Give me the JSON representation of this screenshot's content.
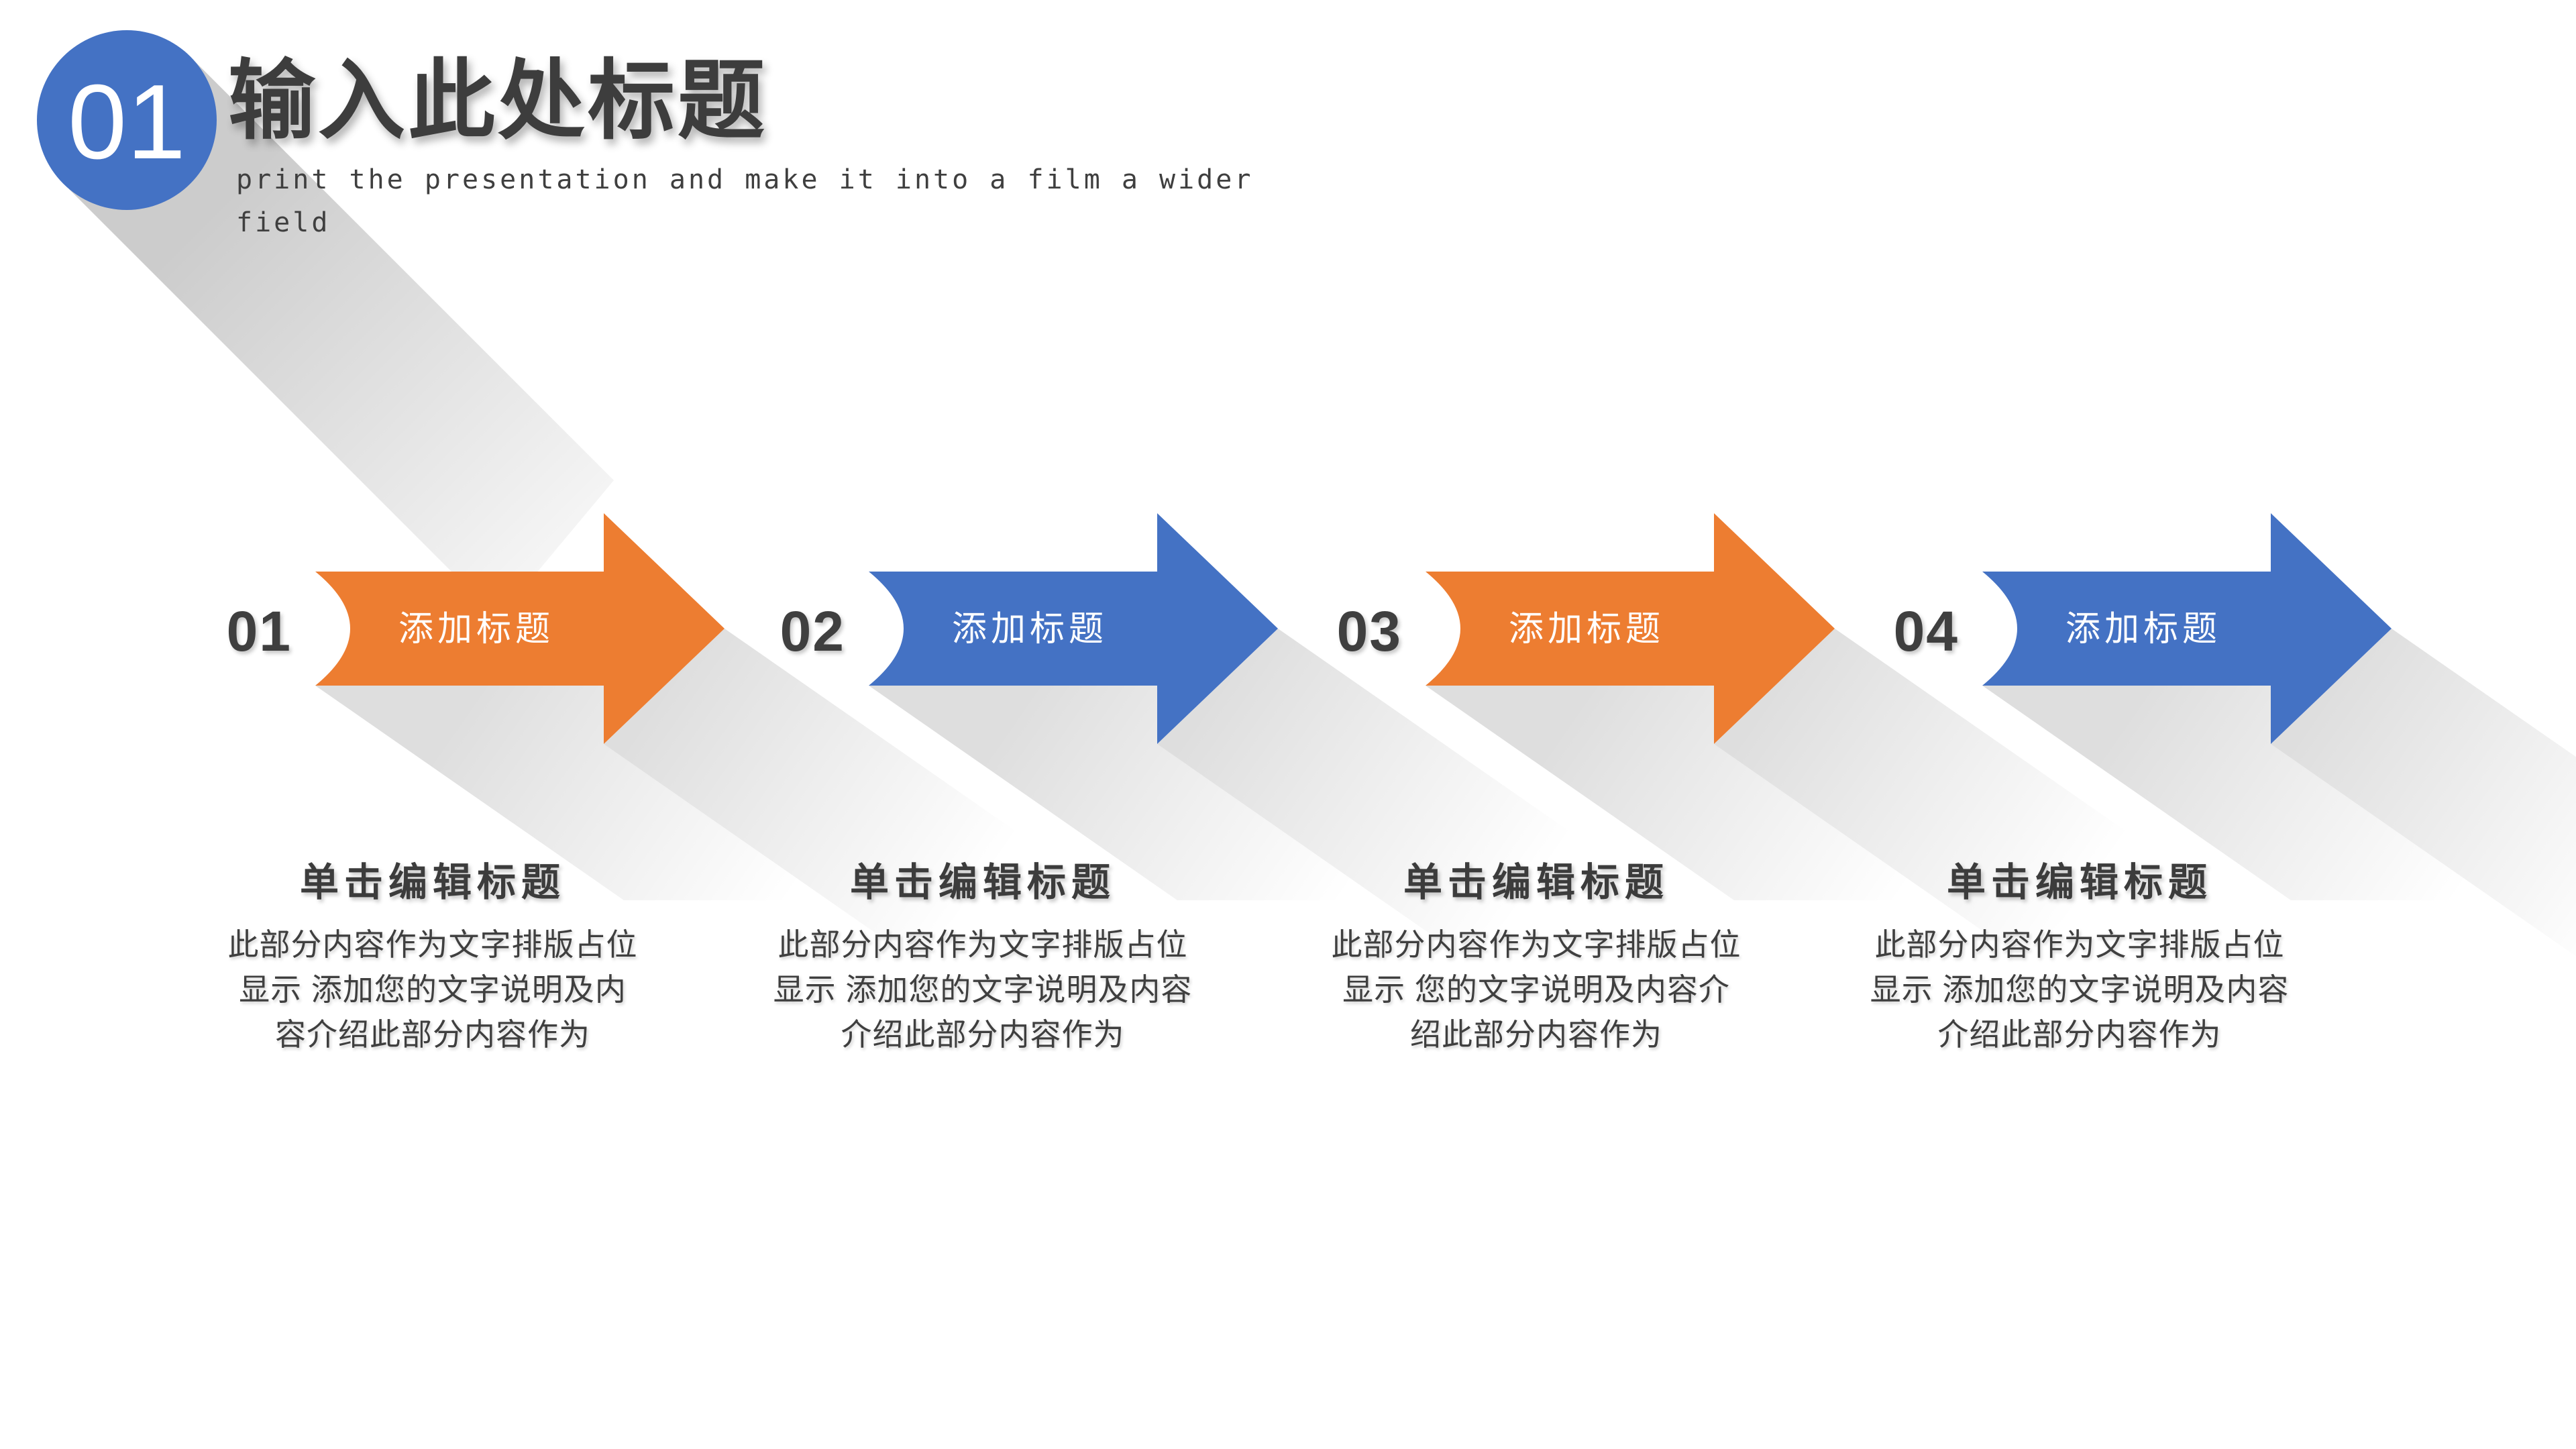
{
  "slide": {
    "background": "#ffffff",
    "palette": {
      "accent_orange": "#ED7D31",
      "accent_blue": "#4472C4",
      "text_dark": "#3F3F3F",
      "shadow_gray": "#D9D9D9"
    },
    "header": {
      "section_number": "01",
      "circle_color": "#4472C4",
      "title": "输入此处标题",
      "subtitle_lines": [
        "print the presentation and make it into a film a wider",
        "field"
      ]
    },
    "steps": [
      {
        "number": "01",
        "arrow_label": "添加标题",
        "arrow_color": "#ED7D31",
        "heading": "单击编辑标题",
        "body_lines": [
          "此部分内容作为文字排版占位",
          "显示  添加您的文字说明及内",
          "容介绍此部分内容作为"
        ]
      },
      {
        "number": "02",
        "arrow_label": "添加标题",
        "arrow_color": "#4472C4",
        "heading": "单击编辑标题",
        "body_lines": [
          "此部分内容作为文字排版占位",
          "显示  添加您的文字说明及内容",
          "介绍此部分内容作为"
        ]
      },
      {
        "number": "03",
        "arrow_label": "添加标题",
        "arrow_color": "#ED7D31",
        "heading": "单击编辑标题",
        "body_lines": [
          "此部分内容作为文字排版占位",
          "显示  您的文字说明及内容介",
          "绍此部分内容作为"
        ]
      },
      {
        "number": "04",
        "arrow_label": "添加标题",
        "arrow_color": "#4472C4",
        "heading": "单击编辑标题",
        "body_lines": [
          "此部分内容作为文字排版占位",
          "显示  添加您的文字说明及内容",
          "介绍此部分内容作为"
        ]
      }
    ]
  }
}
